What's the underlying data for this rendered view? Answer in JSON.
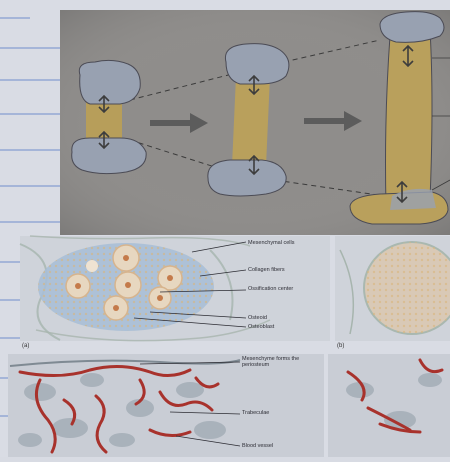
{
  "labels": {
    "mesenchymal_cells": "Mesenchymal cells",
    "collagen_fibers": "Collagen fibers",
    "ossification_center": "Ossification center",
    "osteoid": "Osteoid",
    "osteoblast": "Osteoblast",
    "panel_a": "(a)",
    "panel_b": "(b)",
    "mesenchyme_periosteum": "Mesenchyme forms the periosteum",
    "trabeculae": "Trabeculae",
    "blood_vessel": "Blood vessel"
  },
  "colors": {
    "paper": "#d8dbe3",
    "ruled_line": "#4a6fc2",
    "diagram_bg": "#8e8c8a",
    "bone_shaft": "#b9a05c",
    "bone_cartilage": "#9aa3b3",
    "arrow": "#5a5a5a",
    "vessel_red": "#a8322c"
  }
}
